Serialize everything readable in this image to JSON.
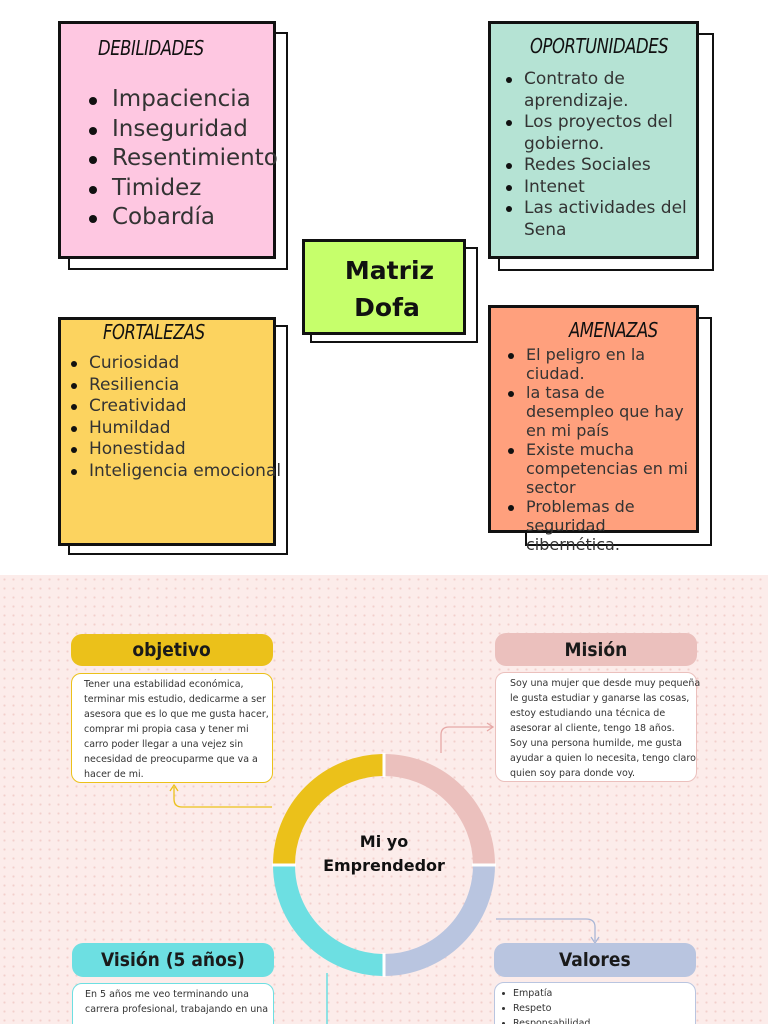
{
  "dofa": {
    "debilidades": {
      "title": "DEBILIDADES",
      "color": "#fec7e1",
      "items": [
        "Impaciencia",
        "Inseguridad",
        "Resentimiento",
        "Timidez",
        "Cobardía"
      ]
    },
    "oportunidades": {
      "title": "OPORTUNIDADES",
      "color": "#b5e3d4",
      "items": [
        "Contrato de aprendizaje.",
        "Los proyectos del gobierno.",
        "Redes Sociales",
        "Intenet",
        "Las actividades del Sena"
      ]
    },
    "center": {
      "line1": "Matriz",
      "line2": "Dofa",
      "color": "#c6ff6b"
    },
    "fortalezas": {
      "title": "FORTALEZAS",
      "color": "#fcd35f",
      "items": [
        "Curiosidad",
        "Resiliencia",
        "Creatividad",
        "Humildad",
        "Honestidad",
        "Inteligencia emocional"
      ]
    },
    "amenazas": {
      "title": "AMENAZAS",
      "color": "#ffa07d",
      "items": [
        "El peligro en la ciudad.",
        "la tasa  de desempleo que hay en mi país",
        "Existe mucha competencias en mi sector",
        "Problemas de seguridad cibernética."
      ]
    }
  },
  "emprendedor": {
    "center_line1": "Mi yo",
    "center_line2": "Emprendedor",
    "objetivo": {
      "title": "objetivo",
      "color": "#ebc11a",
      "text": [
        "Tener una estabilidad económica,",
        "terminar mis estudio, dedicarme a ser",
        "asesora que es lo que me gusta hacer,",
        "comprar mi propia casa y tener mi",
        "carro poder llegar a una vejez sin",
        "necesidad de preocuparme que va a",
        "hacer de mi."
      ]
    },
    "mision": {
      "title": "Misión",
      "color": "#ebc0bd",
      "text": [
        "Soy una mujer que desde muy pequeña",
        "le gusta estudiar y ganarse  las cosas,",
        "estoy estudiando una técnica de",
        "asesorar al cliente, tengo 18 años.",
        "Soy una persona humilde, me gusta",
        "ayudar a quien lo necesita, tengo claro",
        "quien soy para donde voy."
      ]
    },
    "vision": {
      "title": "Visión (5 años)",
      "color": "#6ddfe2",
      "text": [
        "En 5 años me veo terminando una",
        "carrera profesional, trabajando en una"
      ]
    },
    "valores": {
      "title": "Valores",
      "color": "#b9c5e0",
      "items": [
        "Empatía",
        "Respeto",
        "Responsabilidad"
      ]
    }
  }
}
